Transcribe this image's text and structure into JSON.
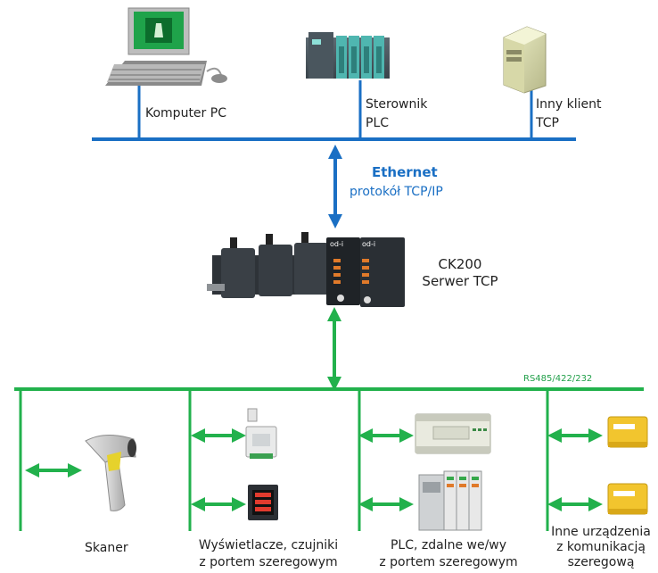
{
  "colors": {
    "ethernet": "#1a6fc4",
    "serial": "#22b14c",
    "text": "#222222",
    "serial_text": "#22a04a"
  },
  "network": {
    "pc_label": "Komputer PC",
    "plc_label_line1": "Sterownik",
    "plc_label_line2": "PLC",
    "client_label_line1": "Inny klient",
    "client_label_line2": "TCP",
    "ethernet_title": "Ethernet",
    "ethernet_protocol": "protokół TCP/IP"
  },
  "server": {
    "name": "CK200",
    "role": "Serwer TCP",
    "brand": "od-i"
  },
  "serial": {
    "bus_label": "RS485/422/232",
    "scanner_label": "Skaner",
    "displays_line1": "Wyświetlacze, czujniki",
    "displays_line2": "z portem szeregowym",
    "plc_io_line1": "PLC, zdalne we/wy",
    "plc_io_line2": "z portem szeregowym",
    "other_line1": "Inne urządzenia",
    "other_line2": "z komunikacją",
    "other_line3": "szeregową"
  },
  "icons": [
    "desktop-computer-icon",
    "plc-rack-icon",
    "server-tower-icon",
    "ck200-modules-icon",
    "barcode-scanner-icon",
    "sensor-icon",
    "panel-meter-icon",
    "compact-plc-icon",
    "remote-io-icon",
    "serial-module-icon"
  ]
}
